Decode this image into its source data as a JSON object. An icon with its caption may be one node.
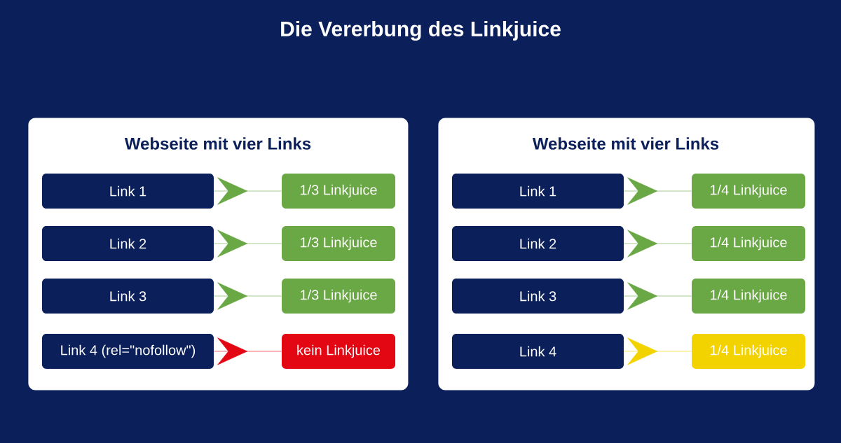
{
  "diagram": {
    "title": "Die Vererbung des Linkjuice",
    "nodes": [
      {
        "text": [
          "Webseite mit vier Links"
        ]
      },
      {
        "text": [
          "Link 1"
        ],
        "in": 0
      },
      {
        "text": [
          "1/3 Linkjuice"
        ],
        "in": 0
      },
      {
        "text": [
          "Link 2"
        ],
        "in": 0
      },
      {
        "text": [
          "1/3 Linkjuice"
        ],
        "in": 0
      },
      {
        "text": [
          "Link 3"
        ],
        "in": 0
      },
      {
        "text": [
          "1/3 Linkjuice"
        ],
        "in": 0
      },
      {
        "text": [
          "Link 4 (rel=\"nofollow\")"
        ],
        "in": 0
      },
      {
        "text": [
          "kein Linkjuice"
        ],
        "in": 0
      },
      {
        "text": [
          "Webseite mit vier Links"
        ]
      },
      {
        "text": [
          "Link 1"
        ],
        "in": 9
      },
      {
        "text": [
          "1/4 Linkjuice"
        ],
        "in": 9
      },
      {
        "text": [
          "Link 2"
        ],
        "in": 9
      },
      {
        "text": [
          "1/4 Linkjuice"
        ],
        "in": 9
      },
      {
        "text": [
          "Link 3"
        ],
        "in": 9
      },
      {
        "text": [
          "1/4 Linkjuice"
        ],
        "in": 9
      },
      {
        "text": [
          "Link 4"
        ],
        "in": 9
      },
      {
        "text": [
          "1/4 Linkjuice"
        ],
        "in": 9
      }
    ],
    "edges": [
      {
        "from": 1,
        "to": 2,
        "arrow": "to"
      },
      {
        "from": 3,
        "to": 4,
        "arrow": "to"
      },
      {
        "from": 5,
        "to": 6,
        "arrow": "to"
      },
      {
        "from": 7,
        "to": 8,
        "arrow": "to",
        "color": "#e30613"
      },
      {
        "from": 10,
        "to": 11,
        "arrow": "to"
      },
      {
        "from": 12,
        "to": 13,
        "arrow": "to"
      },
      {
        "from": 14,
        "to": 15,
        "arrow": "to"
      },
      {
        "from": 16,
        "to": 17,
        "arrow": "to",
        "color": "#f2d300"
      }
    ]
  }
}
